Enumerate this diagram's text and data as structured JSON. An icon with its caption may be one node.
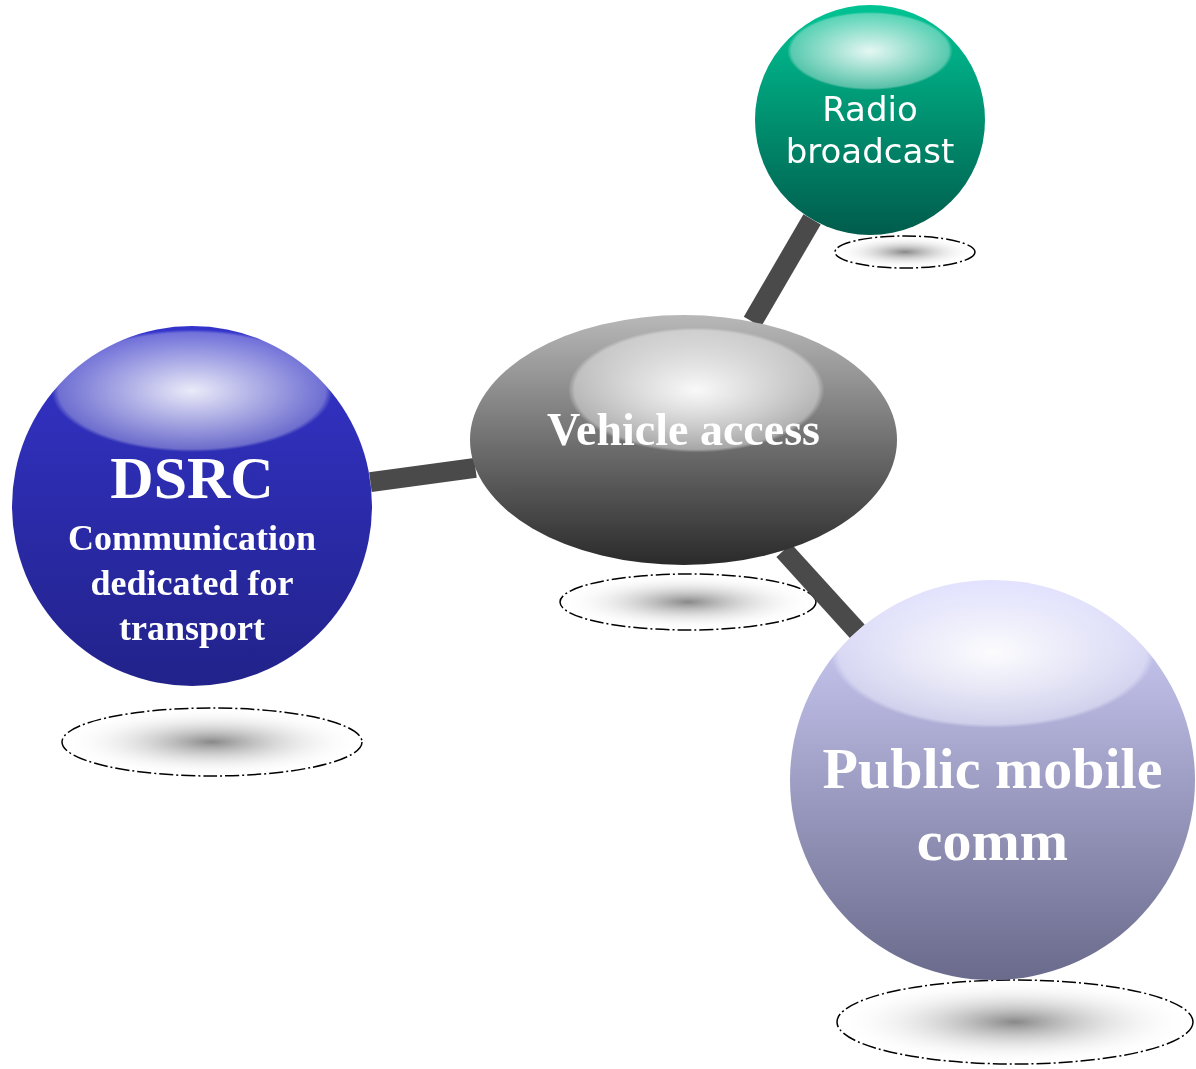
{
  "diagram": {
    "nodes": [
      {
        "text": [
          "Radio broadcast"
        ]
      },
      {
        "text": [
          "Vehicle access"
        ]
      },
      {
        "text": [
          "DSRC",
          "Communication dedicated for transport"
        ]
      },
      {
        "text": [
          "Public mobile comm"
        ]
      }
    ],
    "edges": [
      {
        "from": 1,
        "to": 0,
        "arrow": "none"
      },
      {
        "from": 1,
        "to": 2,
        "arrow": "none"
      },
      {
        "from": 1,
        "to": 3,
        "arrow": "none"
      }
    ]
  }
}
